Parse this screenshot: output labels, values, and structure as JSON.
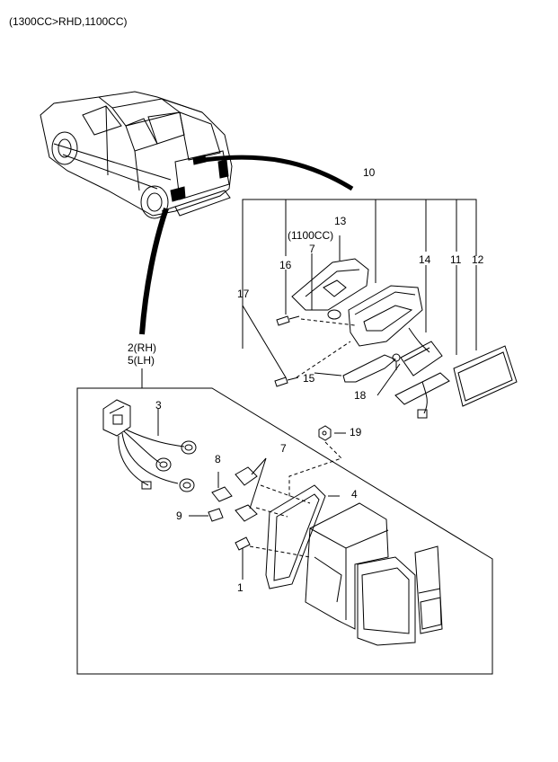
{
  "header_note": "(1300CC>RHD,1100CC)",
  "callouts": {
    "c10": "10",
    "c13": "13",
    "c13_note": "(1100CC)",
    "c7_top": "7",
    "c16": "16",
    "c17": "17",
    "c14": "14",
    "c11": "11",
    "c12": "12",
    "c15": "15",
    "c18": "18",
    "c2": "2(RH)",
    "c5": "5(LH)",
    "c3": "3",
    "c19": "19",
    "c7_bottom": "7",
    "c8": "8",
    "c4": "4",
    "c9": "9",
    "c1": "1"
  }
}
